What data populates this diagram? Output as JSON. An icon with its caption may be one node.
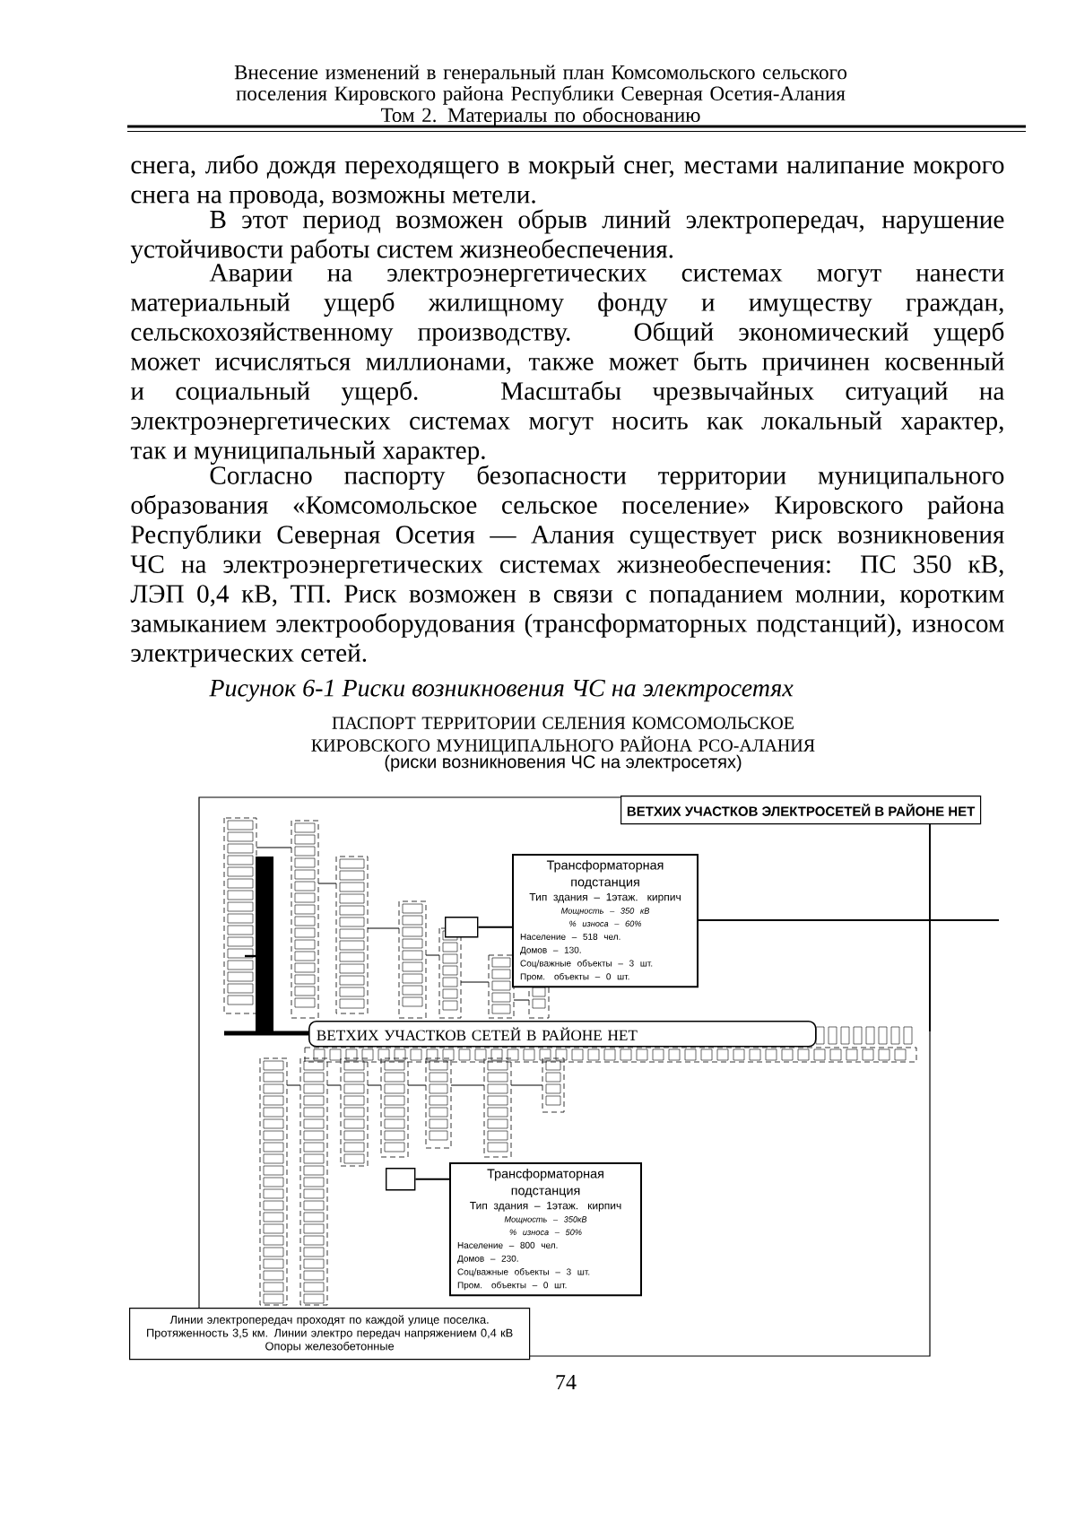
{
  "diagram": {
    "title": "ПАСПОРТ ТЕРРИТОРИИ СЕЛЕНИЯ КОМСОМОЛЬСКОЕ КИРОВСКОГО МУНИЦИПАЛЬНОГО РАЙОНА РСО-АЛАНИЯ",
    "caption": "Рисунок 6-1 Риски возникновения ЧС на электросетях",
    "nodes": [
      {
        "text": [
          "ВЕТХИХ УЧАСТКОВ ЭЛЕКТРОСЕТЕЙ В РАЙОНЕ НЕТ"
        ]
      },
      {
        "text": [
          "Трансформаторная подстанция",
          "Тип здания – 1этаж. кирпич",
          "Мощность – 350 кВ",
          "% износа – 60%",
          "Население – 518 чел.",
          "Домов – 130.",
          "Соц/важные объекты – 3 шт.",
          "Пром. объекты – 0 шт."
        ]
      },
      {
        "text": [],
        "shape": "box"
      },
      {
        "text": [
          "ВЕТХИХ УЧАСТКОВ  СЕТЕЙ В РАЙОНЕ НЕТ"
        ]
      },
      {
        "text": [],
        "shape": "box"
      },
      {
        "text": [
          "Трансформаторная подстанция",
          "Тип здания – 1этаж. кирпич",
          "Мощность – 350кВ",
          "% износа – 50%",
          "Население – 800 чел.",
          "Домов – 230.",
          "Соц/важные объекты – 3 шт.",
          "Пром. объекты – 0 шт."
        ]
      },
      {
        "text": [
          "Линии электропередач проходят по каждой улице поселка.",
          "Протяженность 3,5 км. Линии электро передач напряжением 0,4 кВ",
          "Опоры железобетонные"
        ]
      }
    ],
    "edges": [
      {
        "from": 2,
        "to": 1,
        "arrow": "none"
      },
      {
        "from": 4,
        "to": 5,
        "arrow": "none"
      }
    ],
    "labels": [
      "Внесение изменений в генеральный план Комсомольского сельского поселения Кировского района Республики Северная Осетия-Алания",
      "Том 2. Материалы по обоснованию",
      "снега, либо дождя переходящего в мокрый снег, местами налипание мокрого снега на провода, возможны метели.",
      "В этот период возможен обрыв линий электропередач, нарушение устойчивости работы систем жизнеобеспечения.",
      "Аварии на электроэнергетических системах могут нанести материальный ущерб жилищному фонду и имуществу граждан, сельскохозяйственному производству. Общий экономический ущерб может исчисляться миллионами, также может быть причинен косвенный и социальный ущерб. Масштабы чрезвычайных ситуаций на электроэнергетических системах могут носить как локальный характер, так и муниципальный характер.",
      "Согласно паспорту безопасности территории муниципального образования «Комсомольское сельское поселение» Кировского района Республики Северная Осетия — Алания существует риск возникновения ЧС на электроэнергетических системах жизнеобеспечения: ПС 350 кВ, ЛЭП 0,4 кВ, ТП. Риск возможен в связи с попаданием молнии, коротким замыканием электрооборудования (трансформаторных подстанций), износом электрических сетей.",
      "(риски возникновения ЧС на электросетях)",
      "74"
    ]
  }
}
